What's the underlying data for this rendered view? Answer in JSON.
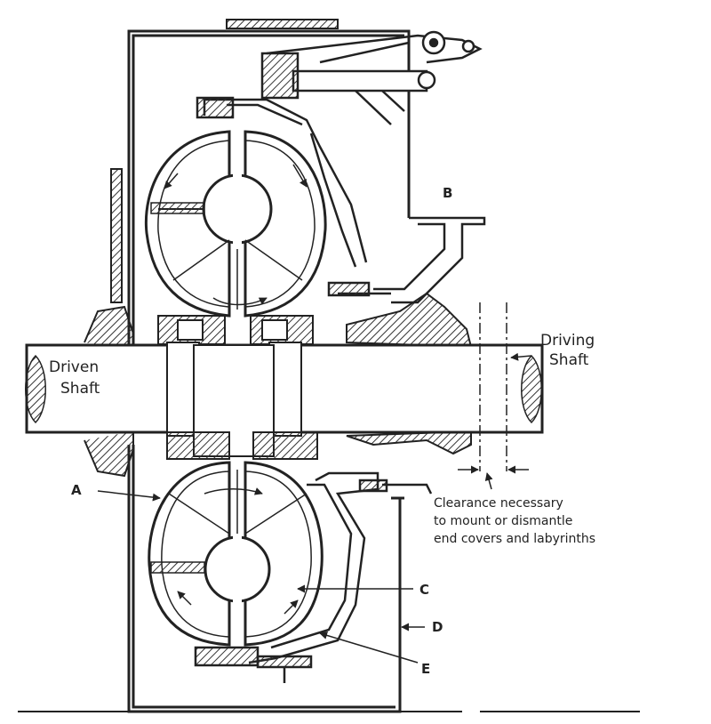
{
  "labels": {
    "driven_shaft": [
      "Driven",
      "Shaft"
    ],
    "driving_shaft": [
      "Driving",
      "Shaft"
    ],
    "clearance_note": [
      "Clearance necessary",
      "to mount or dismantle",
      "end covers and labyrinths"
    ],
    "letter_a": "A",
    "letter_b": "B",
    "letter_c": "C",
    "letter_d": "D",
    "letter_e": "E"
  },
  "colors": {
    "ink": "#222222",
    "hatch": "#333333",
    "paper": "#ffffff"
  }
}
